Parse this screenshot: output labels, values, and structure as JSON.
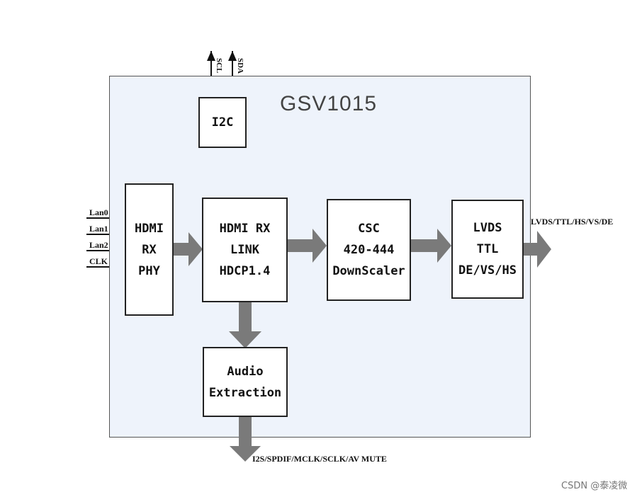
{
  "diagram": {
    "chip_name": "GSV1015",
    "blocks": {
      "i2c": "I2C",
      "hdmi_rx_phy": [
        "HDMI",
        "RX",
        "PHY"
      ],
      "hdmi_rx_link": [
        "HDMI RX",
        "LINK",
        "HDCP1.4"
      ],
      "csc": [
        "CSC",
        "420-444",
        "DownScaler"
      ],
      "lvds": [
        "LVDS",
        "TTL",
        "DE/VS/HS"
      ],
      "audio": [
        "Audio",
        "Extraction"
      ]
    },
    "inputs": [
      "Lan0",
      "Lan1",
      "Lan2",
      "CLK"
    ],
    "i2c_pins": [
      "SCL",
      "SDA"
    ],
    "video_output": "LVDS/TTL/HS/VS/DE",
    "audio_output": "I2S/SPDIF/MCLK/SCLK/AV MUTE"
  },
  "colors": {
    "chip_fill": "#eef3fb",
    "arrow_fill": "#7a7a7a"
  },
  "watermark": "CSDN @泰凌微"
}
